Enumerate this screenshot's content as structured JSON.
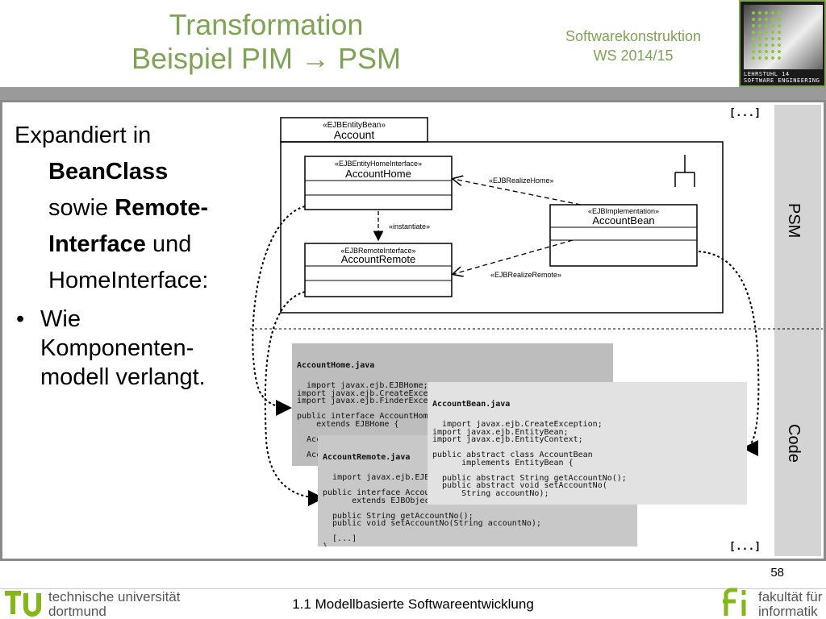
{
  "header": {
    "title_line1": "Transformation",
    "title_line2": "Beispiel PIM → PSM",
    "course_line1": "Softwarekonstruktion",
    "course_line2": "WS 2014/15",
    "logo_text_line1": "LEHRSTUHL 14",
    "logo_text_line2": "SOFTWARE ENGINEERING"
  },
  "body": {
    "line1": "Expandiert in",
    "line2_bold": "BeanClass",
    "line3_normal": "sowie ",
    "line3_bold": "Remote-",
    "line4_bold": "Interface",
    "line4_normal": " und",
    "line5": "HomeInterface:",
    "bullet_symbol": "•",
    "bullet_line1": "Wie",
    "bullet_line2": "Komponenten-",
    "bullet_line3": "modell verlangt."
  },
  "diagram": {
    "ellipsis_top": "[...]",
    "ellipsis_bottom": "[...]",
    "psm_label": "PSM",
    "code_label": "Code",
    "outer_stereotype": "«EJBEntityBean»",
    "outer_name": "Account",
    "home_stereotype": "«EJBEntityHomeInterface»",
    "home_name": "AccountHome",
    "remote_stereotype": "«EJBRemoteInterface»",
    "remote_name": "AccountRemote",
    "bean_stereotype": "«EJBImplementation»",
    "bean_name": "AccountBean",
    "realize_home": "«EJBRealizeHome»",
    "instantiate": "«instantiate»",
    "realize_remote": "«EJBRealizeRemote»"
  },
  "code": {
    "home_file": "AccountHome.java",
    "home_body": "import javax.ejb.EJBHome;\nimport javax.ejb.CreateException;\nimport javax.ejb.FinderException;\n\npublic interface AccountHome\n    extends EJBHome {\n\n  AccountRemote create(\n      throws CreateException;\n  AccountRemote findByP\n\n  [...]\n}",
    "remote_file": "AccountRemote.java",
    "remote_body": "import javax.ejb.EJBObject;\n\npublic interface AccountRemote\n      extends EJBObject {\n\n  public String getAccountNo();\n  public void setAccountNo(String accountNo);\n\n  [...]\n}",
    "bean_file": "AccountBean.java",
    "bean_body": "import javax.ejb.CreateException;\nimport javax.ejb.EntityBean;\nimport javax.ejb.EntityContext;\n\npublic abstract class AccountBean\n      implements EntityBean {\n\n  public abstract String getAccountNo();\n  public abstract void setAccountNo(\n      String accountNo);\n\n  [...]\n}"
  },
  "footer": {
    "page_number": "58",
    "title": "1.1 Modellbasierte Softwareentwicklung",
    "tu_line1": "technische universität",
    "tu_line2": "dortmund",
    "fi_line1": "fakultät für",
    "fi_line2": "informatik"
  },
  "colors": {
    "accent_green": "#7fa355",
    "frame_grey": "#8a8a8a"
  }
}
